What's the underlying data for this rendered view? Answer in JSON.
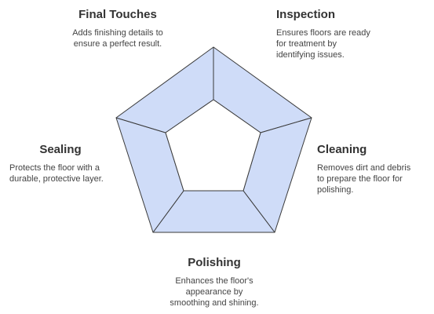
{
  "colors": {
    "segment_fill": "#cfdcf8",
    "segment_stroke": "#3a3a3a",
    "center_fill": "#ffffff",
    "title_text": "#333333",
    "desc_text": "#444444"
  },
  "steps": {
    "final_touches": {
      "title": "Final Touches",
      "lines": [
        "Adds finishing details to",
        "ensure a perfect result."
      ]
    },
    "inspection": {
      "title": "Inspection",
      "lines": [
        "Ensures floors are ready",
        "for treatment by",
        "identifying issues."
      ]
    },
    "sealing": {
      "title": "Sealing",
      "lines": [
        "Protects the floor with a",
        "durable, protective layer."
      ]
    },
    "cleaning": {
      "title": "Cleaning",
      "lines": [
        "Removes dirt and debris",
        "to prepare the floor for",
        "polishing."
      ]
    },
    "polishing": {
      "title": "Polishing",
      "lines": [
        "Enhances the floor's",
        "appearance by",
        "smoothing and shining."
      ]
    }
  }
}
